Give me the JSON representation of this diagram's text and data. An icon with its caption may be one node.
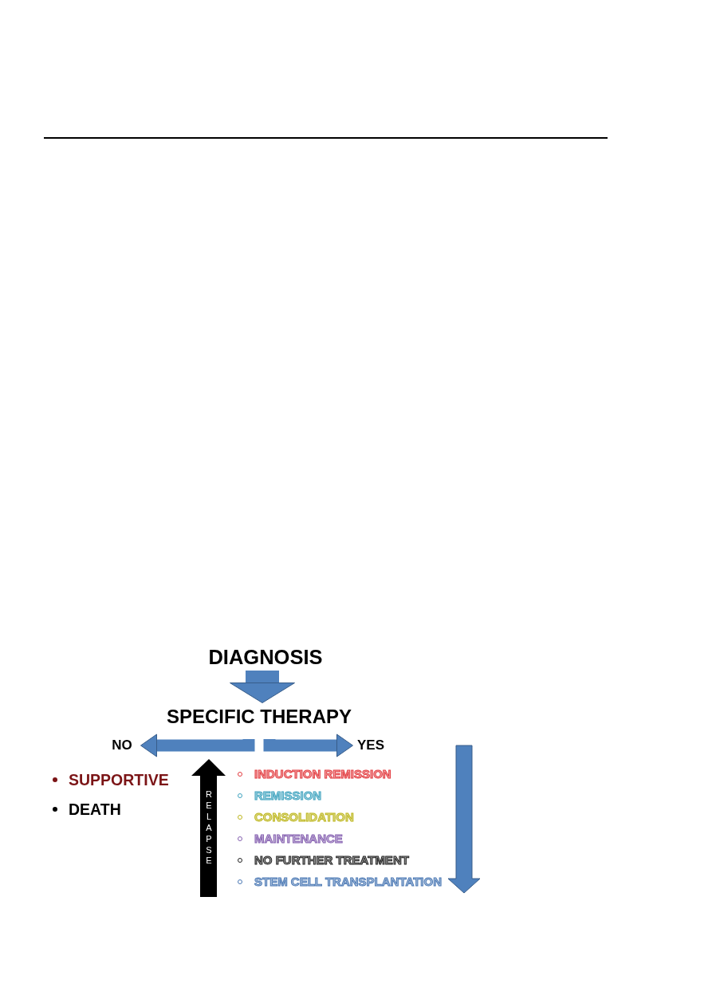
{
  "diagram": {
    "nodes": [
      {
        "text": [
          "DIAGNOSIS"
        ]
      },
      {
        "text": [
          "SPECIFIC THERAPY"
        ]
      },
      {
        "text": [
          "NO"
        ]
      },
      {
        "text": [
          "YES"
        ]
      }
    ],
    "edges": [
      {
        "from": 0,
        "to": 1,
        "arrow": "to",
        "style": "thick"
      },
      {
        "from": 1,
        "to": 2,
        "arrow": "to"
      },
      {
        "from": 1,
        "to": 3,
        "arrow": "to"
      }
    ],
    "labels": [
      "SUPPORTIVE",
      "DEATH",
      "RELAPSE",
      "INDUCTION REMISSION",
      "REMISSION",
      "CONSOLIDATION",
      "MAINTENANCE",
      "NO FURTHER TREATMENT",
      "STEM CELL TRANSPLANTATION"
    ]
  }
}
